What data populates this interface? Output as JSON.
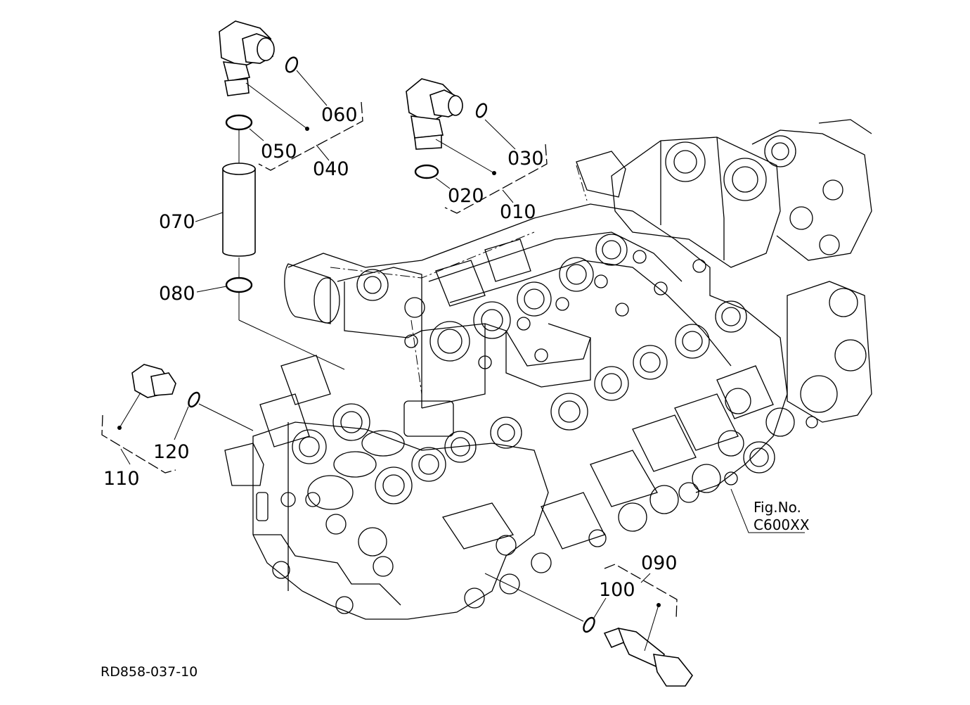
{
  "figure": {
    "code": "RD858-037-10",
    "reference": {
      "line1": "Fig.No.",
      "line2": "C600XX"
    }
  },
  "callouts": [
    {
      "id": "p010",
      "text": "010"
    },
    {
      "id": "p020",
      "text": "020"
    },
    {
      "id": "p030",
      "text": "030"
    },
    {
      "id": "p040",
      "text": "040"
    },
    {
      "id": "p050",
      "text": "050"
    },
    {
      "id": "p060",
      "text": "060"
    },
    {
      "id": "p070",
      "text": "070"
    },
    {
      "id": "p080",
      "text": "080"
    },
    {
      "id": "p090",
      "text": "090"
    },
    {
      "id": "p100",
      "text": "100"
    },
    {
      "id": "p110",
      "text": "110"
    },
    {
      "id": "p120",
      "text": "120"
    }
  ]
}
